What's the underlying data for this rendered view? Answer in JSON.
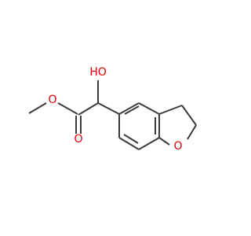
{
  "molecule": {
    "atoms": {
      "hydroxyl_oxygen": "HO",
      "ester_oxygen": "O",
      "carbonyl_oxygen": "O",
      "ring_oxygen": "O"
    }
  },
  "colors": {
    "bond": "#3b3b3b",
    "heteroatom": "#e00000"
  }
}
